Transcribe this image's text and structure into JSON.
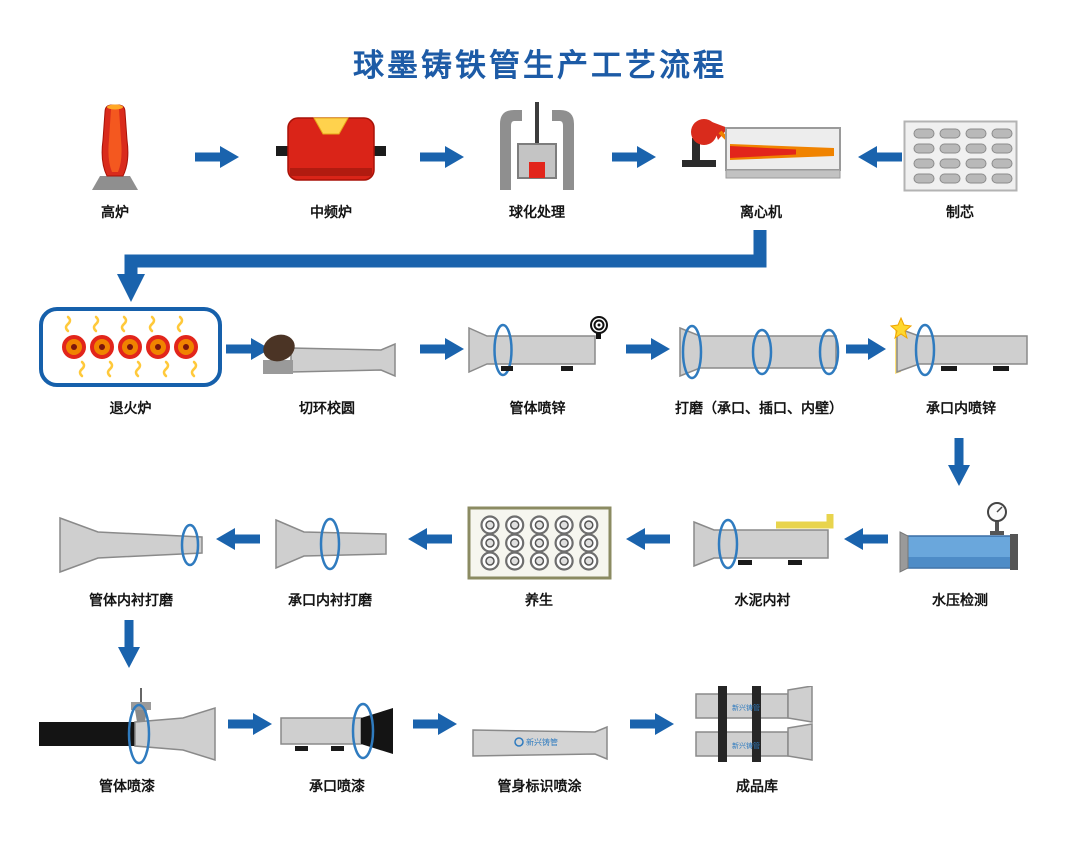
{
  "title": "球墨铸铁管生产工艺流程",
  "brand": {
    "name": "新兴铸管"
  },
  "colors": {
    "accent": "#1d5ba6",
    "arrow": "#1a63ad",
    "ring": "#2f7bbf",
    "hot_red": "#d92b1c",
    "hot_orange": "#f08300"
  },
  "steps": {
    "blast_furnace": {
      "label": "高炉"
    },
    "mf_furnace": {
      "label": "中频炉"
    },
    "spheroidizing": {
      "label": "球化处理"
    },
    "centrifuge": {
      "label": "离心机"
    },
    "core_making": {
      "label": "制芯"
    },
    "annealing": {
      "label": "退火炉"
    },
    "cut_round": {
      "label": "切环校圆"
    },
    "body_zinc": {
      "label": "管体喷锌"
    },
    "grinding": {
      "label": "打磨（承口、插口、内壁）"
    },
    "socket_zinc": {
      "label": "承口内喷锌"
    },
    "hydro_test": {
      "label": "水压检测"
    },
    "cement_lining": {
      "label": "水泥内衬"
    },
    "curing": {
      "label": "养生"
    },
    "socket_lining_grind": {
      "label": "承口内衬打磨"
    },
    "body_lining_grind": {
      "label": "管体内衬打磨"
    },
    "body_paint": {
      "label": "管体喷漆"
    },
    "socket_paint": {
      "label": "承口喷漆"
    },
    "marking": {
      "label": "管身标识喷涂"
    },
    "warehouse": {
      "label": "成品库"
    }
  }
}
